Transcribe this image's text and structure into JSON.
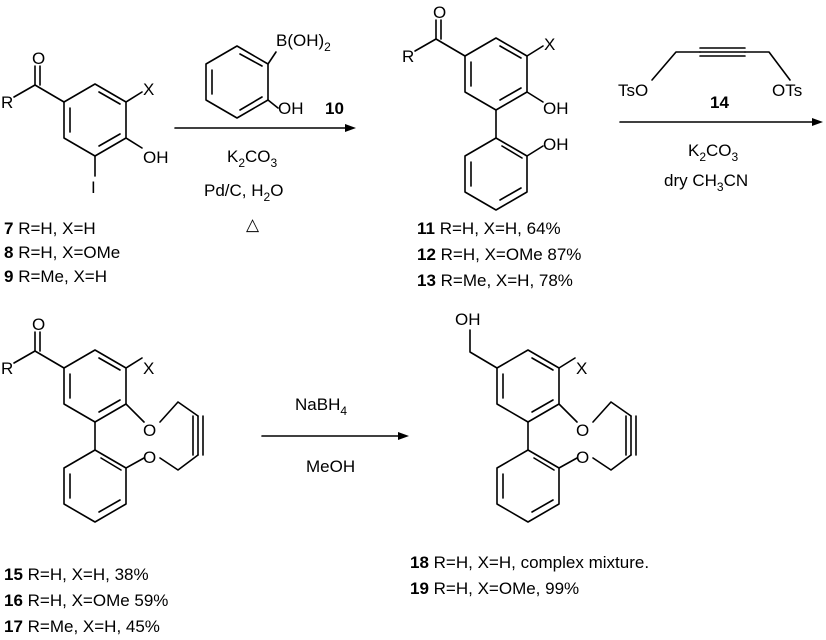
{
  "atoms": {
    "O": "O",
    "R": "R",
    "X": "X",
    "OH": "OH",
    "I": "I",
    "B_OH2": "B(OH)",
    "B_OH2_sub": "2",
    "O_ring": "O",
    "TsO": "TsO",
    "OTs": "OTs"
  },
  "compounds": {
    "c10": "10",
    "c14": "14"
  },
  "step1": {
    "k2co3_main": "K",
    "k2co3_sub": "2",
    "k2co3_tail": "CO",
    "k2co3_sub2": "3",
    "pdc": "Pd/C, H",
    "pdc_sub": "2",
    "pdc_tail": "O",
    "heat": "△"
  },
  "step2": {
    "k2co3_main": "K",
    "k2co3_sub": "2",
    "k2co3_tail": "CO",
    "k2co3_sub2": "3",
    "solvent_a": "dry CH",
    "solvent_sub": "3",
    "solvent_b": "CN"
  },
  "step3": {
    "reagent_a": "NaBH",
    "reagent_sub": "4",
    "solvent": "MeOH"
  },
  "captions": {
    "g1": [
      {
        "num": "7",
        "text": " R=H, X=H"
      },
      {
        "num": "8",
        "text": " R=H, X=OMe"
      },
      {
        "num": "9",
        "text": " R=Me, X=H"
      }
    ],
    "g2": [
      {
        "num": "11",
        "text": " R=H, X=H, 64%"
      },
      {
        "num": "12",
        "text": " R=H, X=OMe 87%"
      },
      {
        "num": "13",
        "text": " R=Me, X=H, 78%"
      }
    ],
    "g3": [
      {
        "num": "15",
        "text": " R=H, X=H, 38%"
      },
      {
        "num": "16",
        "text": " R=H, X=OMe 59%"
      },
      {
        "num": "17",
        "text": " R=Me, X=H, 45%"
      }
    ],
    "g4": [
      {
        "num": "18",
        "text": " R=H, X=H, complex mixture."
      },
      {
        "num": "19",
        "text": " R=H, X=OMe, 99%"
      }
    ]
  }
}
